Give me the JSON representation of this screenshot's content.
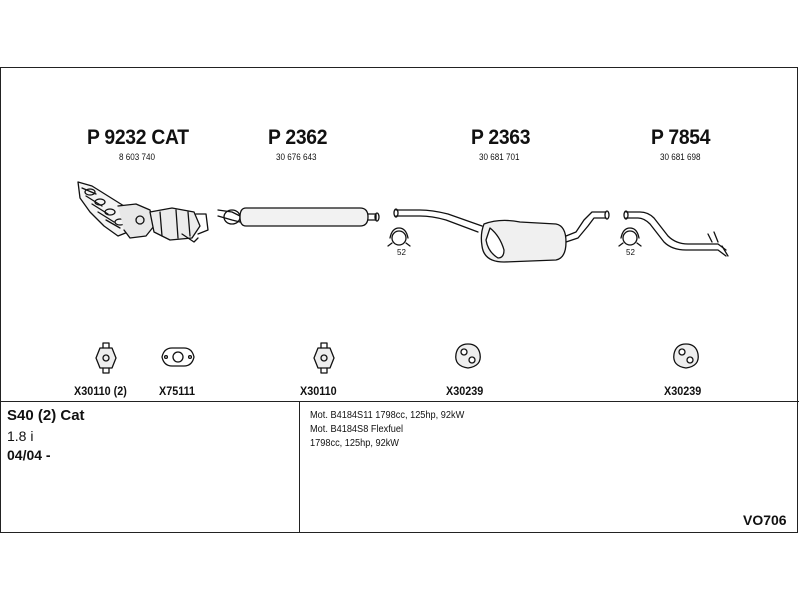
{
  "parts": [
    {
      "title": "P 9232 CAT",
      "number": "8 603 740"
    },
    {
      "title": "P 2362",
      "number": "30 676 643"
    },
    {
      "title": "P 2363",
      "number": "30 681 701"
    },
    {
      "title": "P 7854",
      "number": "30 681 698"
    }
  ],
  "clamp_size": "52",
  "accessories": [
    {
      "label": "X30110 (2)"
    },
    {
      "label": "X75111"
    },
    {
      "label": "X30110"
    },
    {
      "label": "X30239"
    },
    {
      "label": "X30239"
    }
  ],
  "vehicle": {
    "model": "S40 (2) Cat",
    "engine": "1.8 i",
    "date": "04/04 -"
  },
  "engine_notes": [
    "Mot. B4184S11 1798cc, 125hp, 92kW",
    "Mot. B4184S8 Flexfuel",
    "1798cc, 125hp, 92kW"
  ],
  "diagram_code": "VO706"
}
